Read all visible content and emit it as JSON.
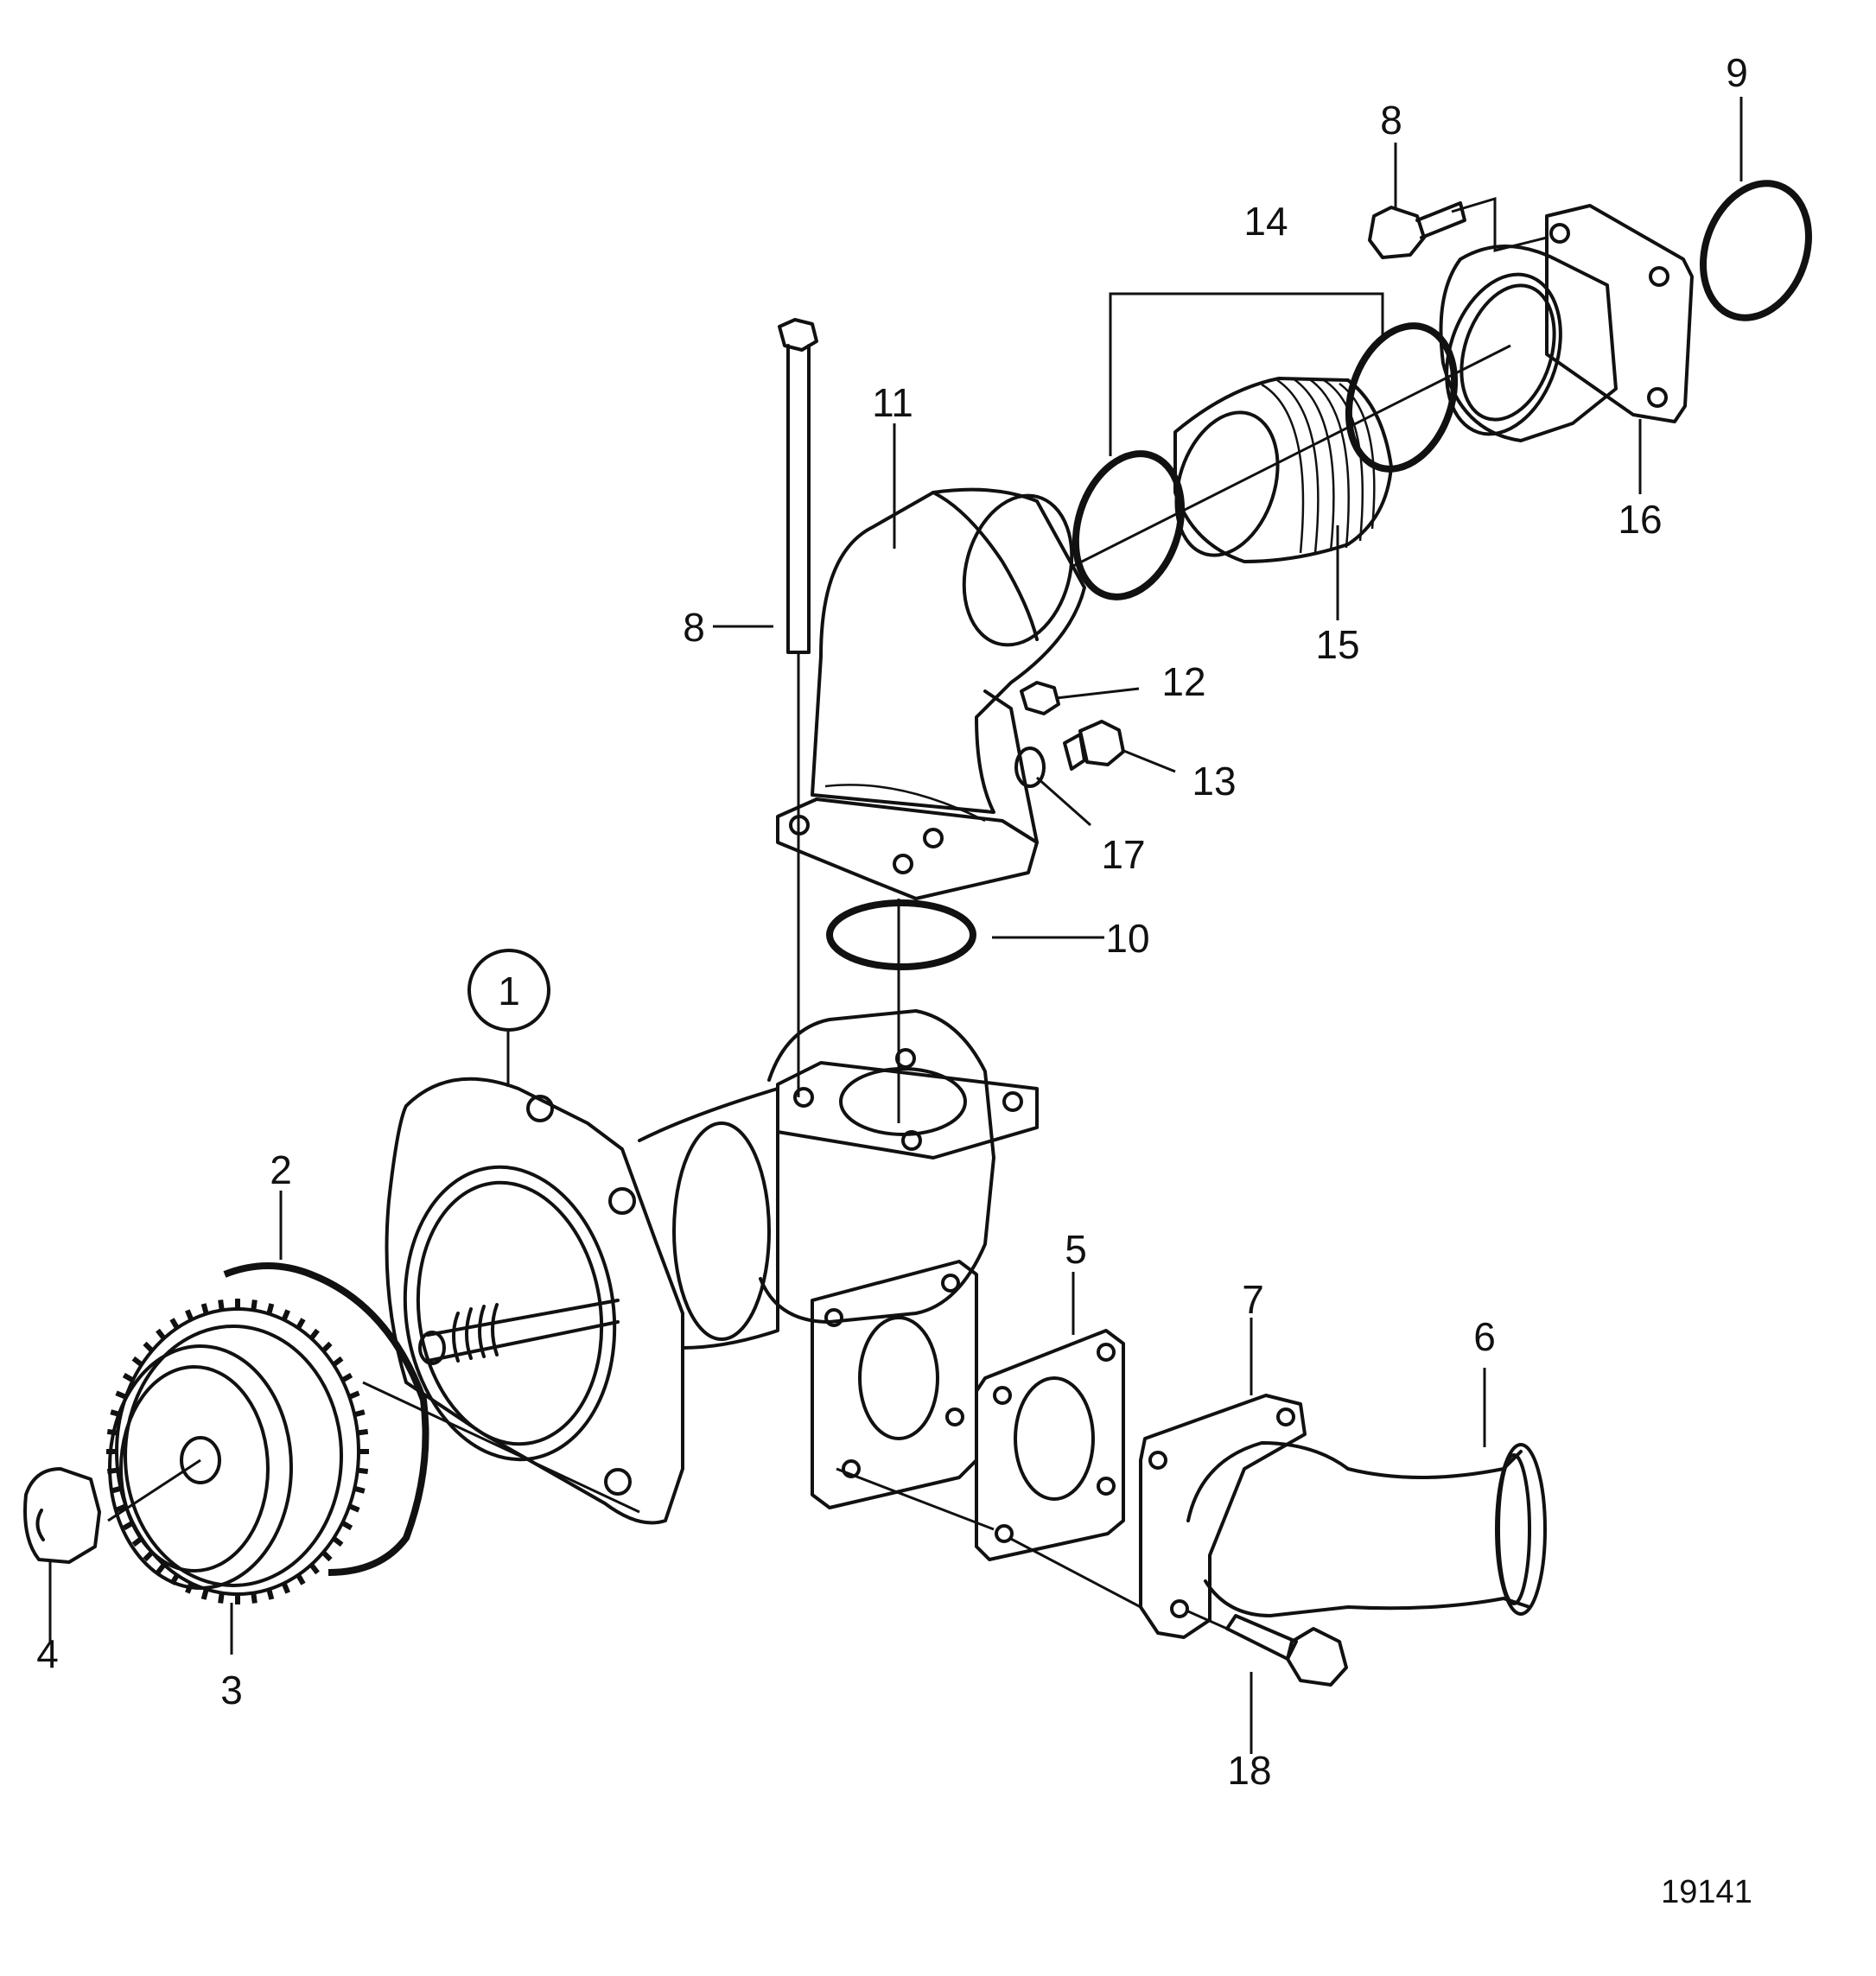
{
  "figure_number": "19141",
  "assembly_callout": "1",
  "callouts": [
    "2",
    "3",
    "4",
    "5",
    "6",
    "7",
    "8",
    "8",
    "9",
    "10",
    "11",
    "12",
    "13",
    "14",
    "15",
    "16",
    "17",
    "18"
  ]
}
